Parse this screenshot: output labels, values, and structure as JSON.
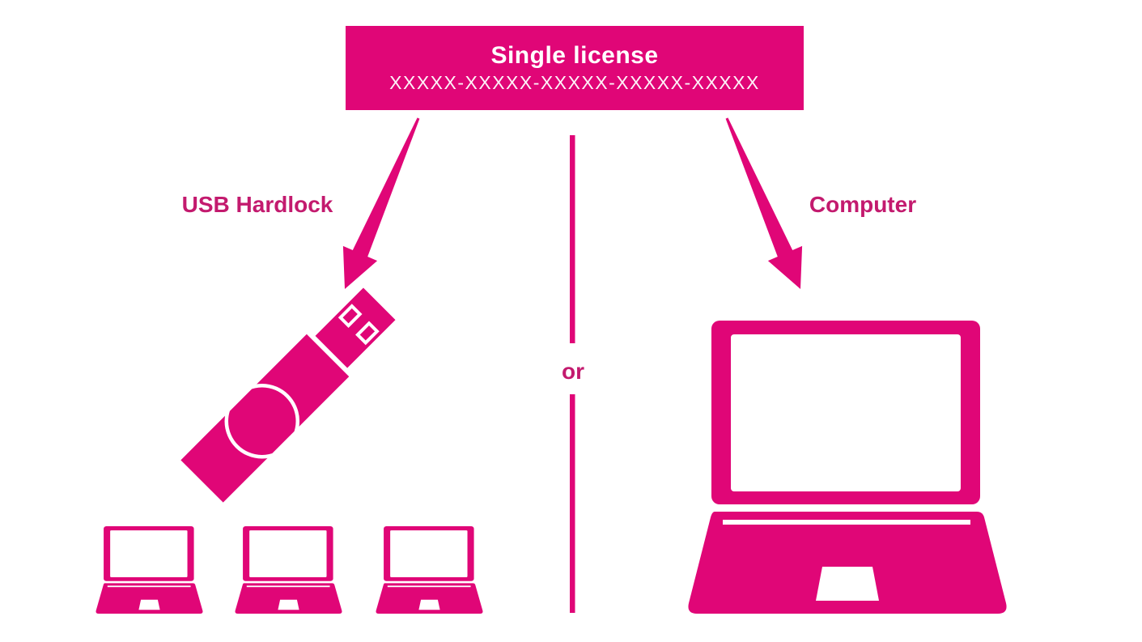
{
  "diagram": {
    "license_box": {
      "title": "Single license",
      "key_mask": "XXXXX-XXXXX-XXXXX-XXXXX-XXXXX"
    },
    "left_option": {
      "label": "USB Hardlock"
    },
    "right_option": {
      "label": "Computer"
    },
    "separator": {
      "label": "or"
    },
    "icons": {
      "left_option": "usb-drive-icon",
      "left_option_targets": "small-laptop-icon x3",
      "right_option": "laptop-icon",
      "arrows": [
        "arrow-down-left-icon",
        "arrow-down-right-icon"
      ],
      "divider": "vertical-divider-line"
    },
    "colors": {
      "primary": "#E00677",
      "label_text": "#C31A6E",
      "box_text": "#FFFFFF",
      "background": "#FFFFFF"
    }
  }
}
